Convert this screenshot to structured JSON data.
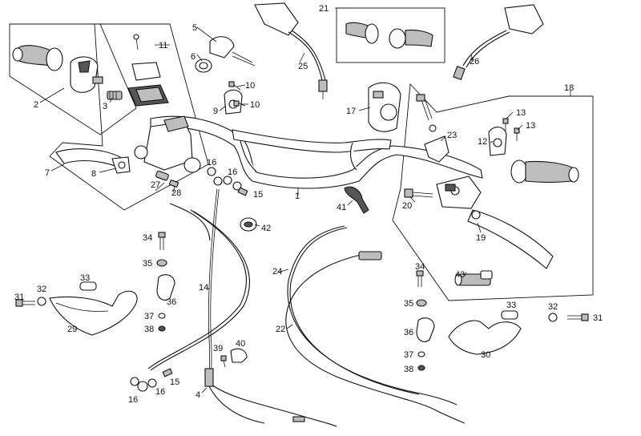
{
  "diagram": {
    "callouts": [
      "1",
      "2",
      "3",
      "4",
      "5",
      "6",
      "7",
      "8",
      "9",
      "10",
      "10",
      "11",
      "12",
      "13",
      "13",
      "14",
      "15",
      "15",
      "16",
      "16",
      "16",
      "16",
      "17",
      "18",
      "19",
      "20",
      "21",
      "22",
      "23",
      "24",
      "25",
      "26",
      "27",
      "28",
      "29",
      "30",
      "31",
      "31",
      "32",
      "32",
      "33",
      "33",
      "34",
      "34",
      "35",
      "35",
      "36",
      "36",
      "37",
      "37",
      "38",
      "38",
      "39",
      "40",
      "41",
      "42",
      "43"
    ]
  }
}
